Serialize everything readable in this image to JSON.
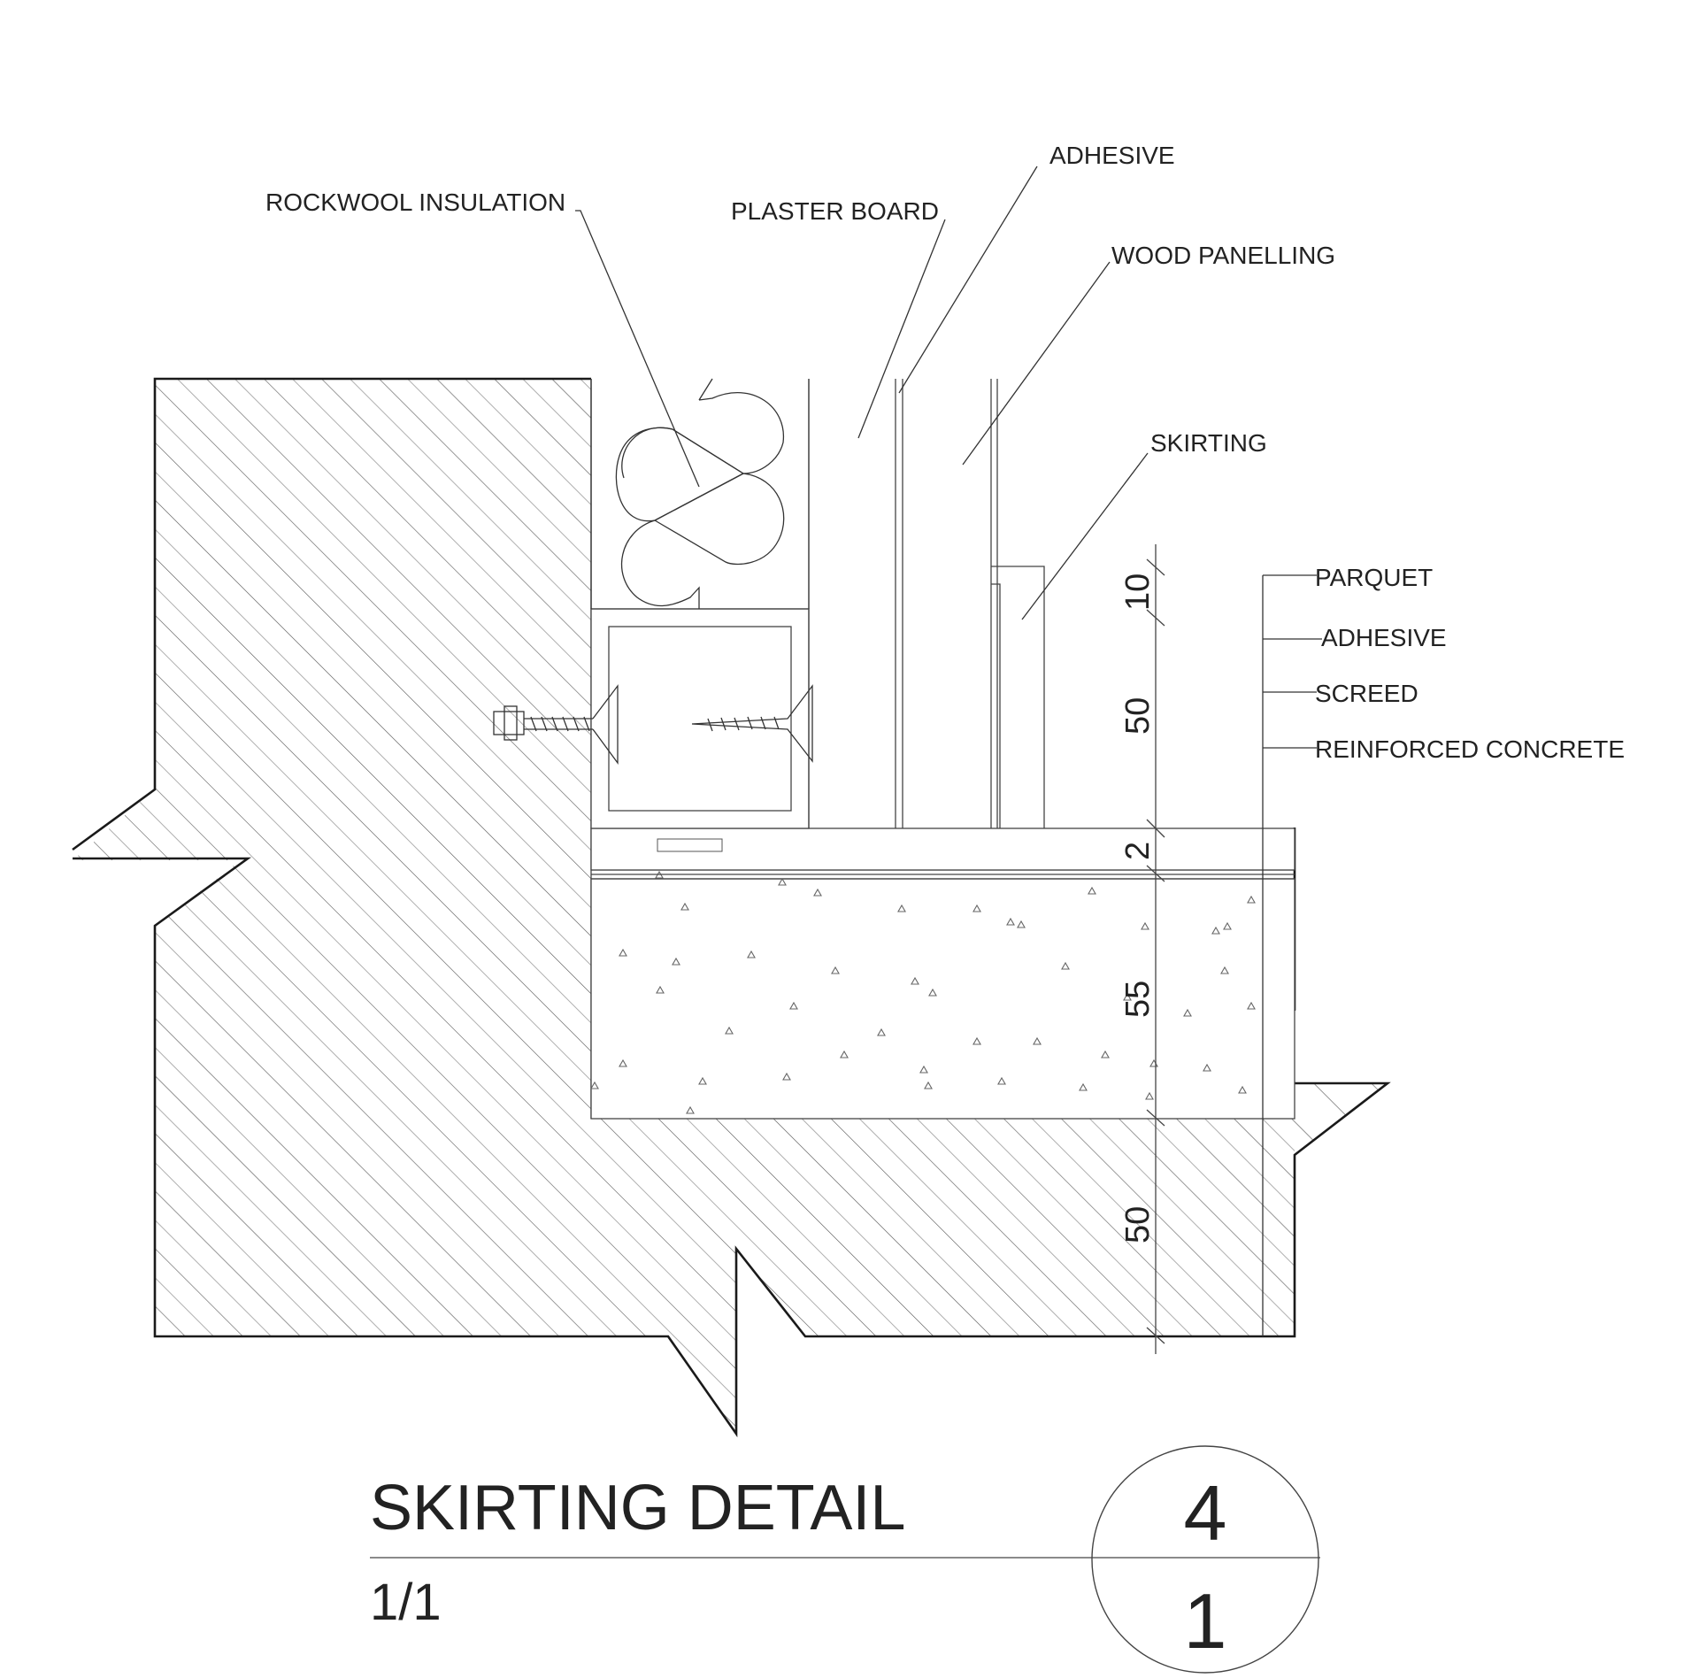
{
  "drawing": {
    "labels": {
      "rockwool": "ROCKWOOL INSULATION",
      "plaster_board": "PLASTER BOARD",
      "adhesive_wall": "ADHESIVE",
      "wood_panelling": "WOOD PANELLING",
      "skirting": "SKIRTING",
      "parquet": "PARQUET",
      "adhesive_floor": "ADHESIVE",
      "screed": "SCREED",
      "reinforced_concrete": "REINFORCED CONCRETE"
    },
    "dimensions": [
      "10",
      "50",
      "2",
      "55",
      "50"
    ],
    "title": "SKIRTING DETAIL",
    "scale": "1/1",
    "detail_number": "4",
    "sheet_number": "1"
  }
}
